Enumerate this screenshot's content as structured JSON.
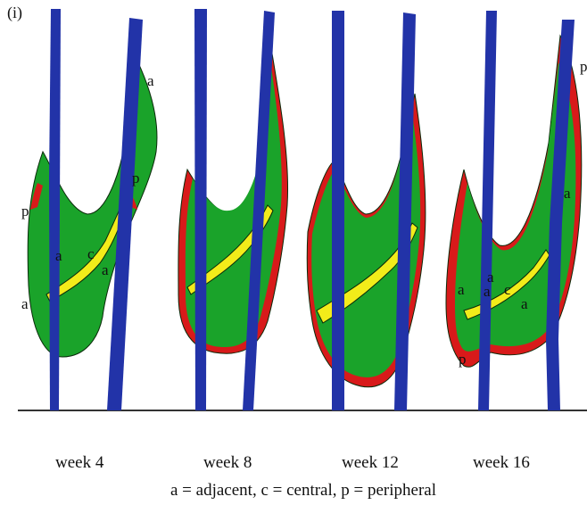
{
  "panel_label": "(i)",
  "colors": {
    "vessel": "#2233a8",
    "adjacent": "#1aa32a",
    "central": "#f2ec1a",
    "peripheral": "#d81a1a",
    "outline": "#0a2a0a"
  },
  "stages": [
    {
      "label": "week 4"
    },
    {
      "label": "week 8"
    },
    {
      "label": "week 12"
    },
    {
      "label": "week 16"
    }
  ],
  "region_letters": {
    "week4": [
      "a",
      "p",
      "p",
      "a",
      "c",
      "a",
      "a"
    ],
    "week16": [
      "p",
      "a",
      "a",
      "a",
      "c",
      "a",
      "a",
      "p"
    ]
  },
  "legend": "a = adjacent,  c = central,  p = peripheral"
}
